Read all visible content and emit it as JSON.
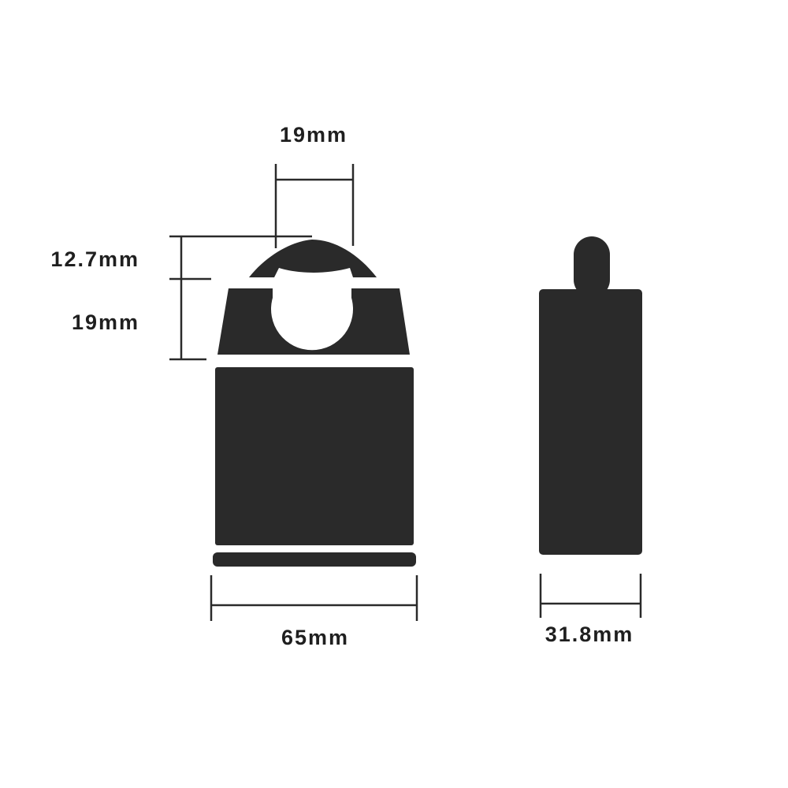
{
  "colors": {
    "lock_fill": "#2a2a2a",
    "line": "#2a2a2a",
    "background": "#ffffff"
  },
  "dimensions": {
    "shackle_width": "19mm",
    "shackle_clearance": "12.7mm",
    "shackle_height": "19mm",
    "body_width": "65mm",
    "body_depth": "31.8mm"
  }
}
